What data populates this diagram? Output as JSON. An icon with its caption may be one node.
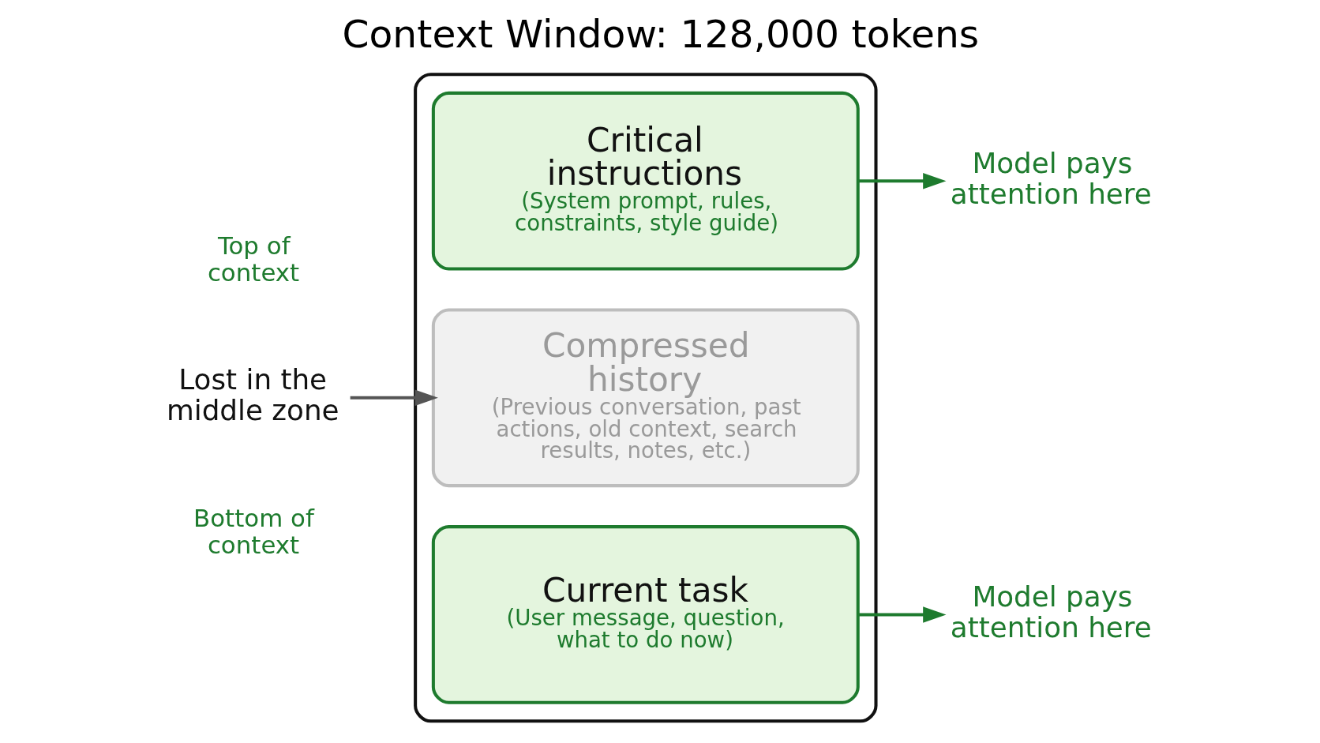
{
  "diagram": {
    "title": "Context Window: 128,000 tokens",
    "nodes": [
      {
        "text": [],
        "shape": "box"
      },
      {
        "text": [
          "Critical instructions",
          "(System prompt, rules, constraints, style guide)"
        ],
        "in": 0
      },
      {
        "text": [
          "Compressed history",
          "(Previous conversation, past actions, old context, search results, notes, etc.)"
        ],
        "in": 0
      },
      {
        "text": [
          "Current task",
          "(User message, question, what to do now)"
        ],
        "in": 0
      },
      {
        "text": [
          "Model pays attention here"
        ]
      },
      {
        "text": [
          "Lost in the middle zone"
        ]
      },
      {
        "text": [
          "Model pays attention here"
        ]
      }
    ],
    "edges": [
      {
        "from": 1,
        "to": 4,
        "arrow": "to"
      },
      {
        "from": 5,
        "to": 2,
        "arrow": "to",
        "color": "#555555"
      },
      {
        "from": 3,
        "to": 6,
        "arrow": "to"
      }
    ],
    "labels": [
      "Top of context",
      "Bottom of context"
    ]
  }
}
